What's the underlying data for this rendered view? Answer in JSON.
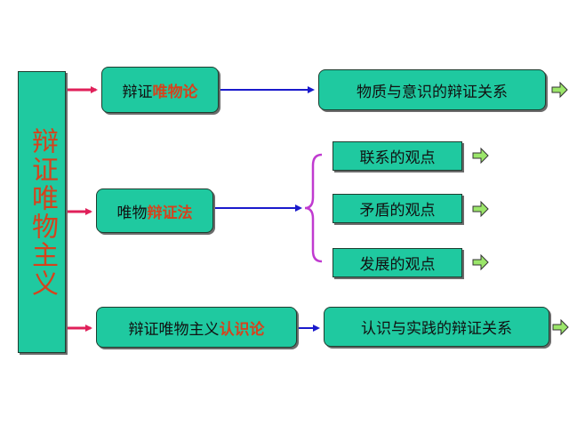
{
  "root": {
    "label": "辩证唯物主义"
  },
  "nodes": {
    "n1": {
      "prefix": "辩证",
      "highlight": "唯物论"
    },
    "n2": {
      "prefix": "唯物",
      "highlight": "辩证法"
    },
    "n3": {
      "prefix": "辩证唯物主义",
      "highlight": "认识论"
    }
  },
  "leaves": {
    "l1": "物质与意识的辩证关系",
    "l2": "联系的观点",
    "l3": "矛盾的观点",
    "l4": "发展的观点",
    "l5": "认识与实践的辩证关系"
  },
  "colors": {
    "box_fill": "#1fc9a0",
    "highlight_text": "#d6421c",
    "root_text": "#d6421c",
    "arrow_red": "#e0205a",
    "arrow_blue": "#1a1acc",
    "brace": "#c03ad0",
    "block_arrow": "#9be66a"
  }
}
